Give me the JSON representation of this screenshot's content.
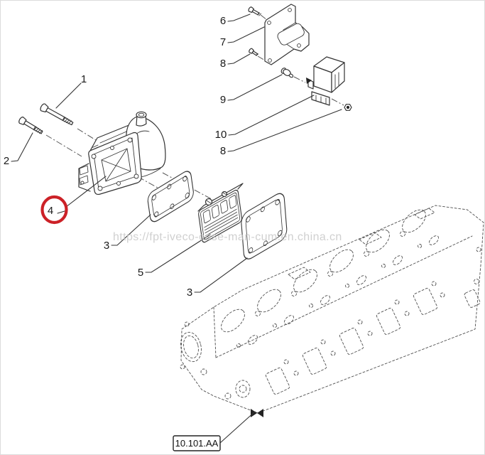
{
  "watermark": "https://fpt-iveco-case-man-cum.en.china.cn",
  "section_label": "10.101.AA",
  "colors": {
    "highlight_circle": "#cc2127",
    "line": "#333333",
    "phantom_line": "#4f4f4f",
    "watermark": "#c5c5c5"
  },
  "callouts": {
    "c1": "1",
    "c2": "2",
    "c3_left": "3",
    "c4": "4",
    "c5": "5",
    "c3_right": "3",
    "c6": "6",
    "c7": "7",
    "c8_top": "8",
    "c9": "9",
    "c10": "10",
    "c8_bottom": "8"
  }
}
